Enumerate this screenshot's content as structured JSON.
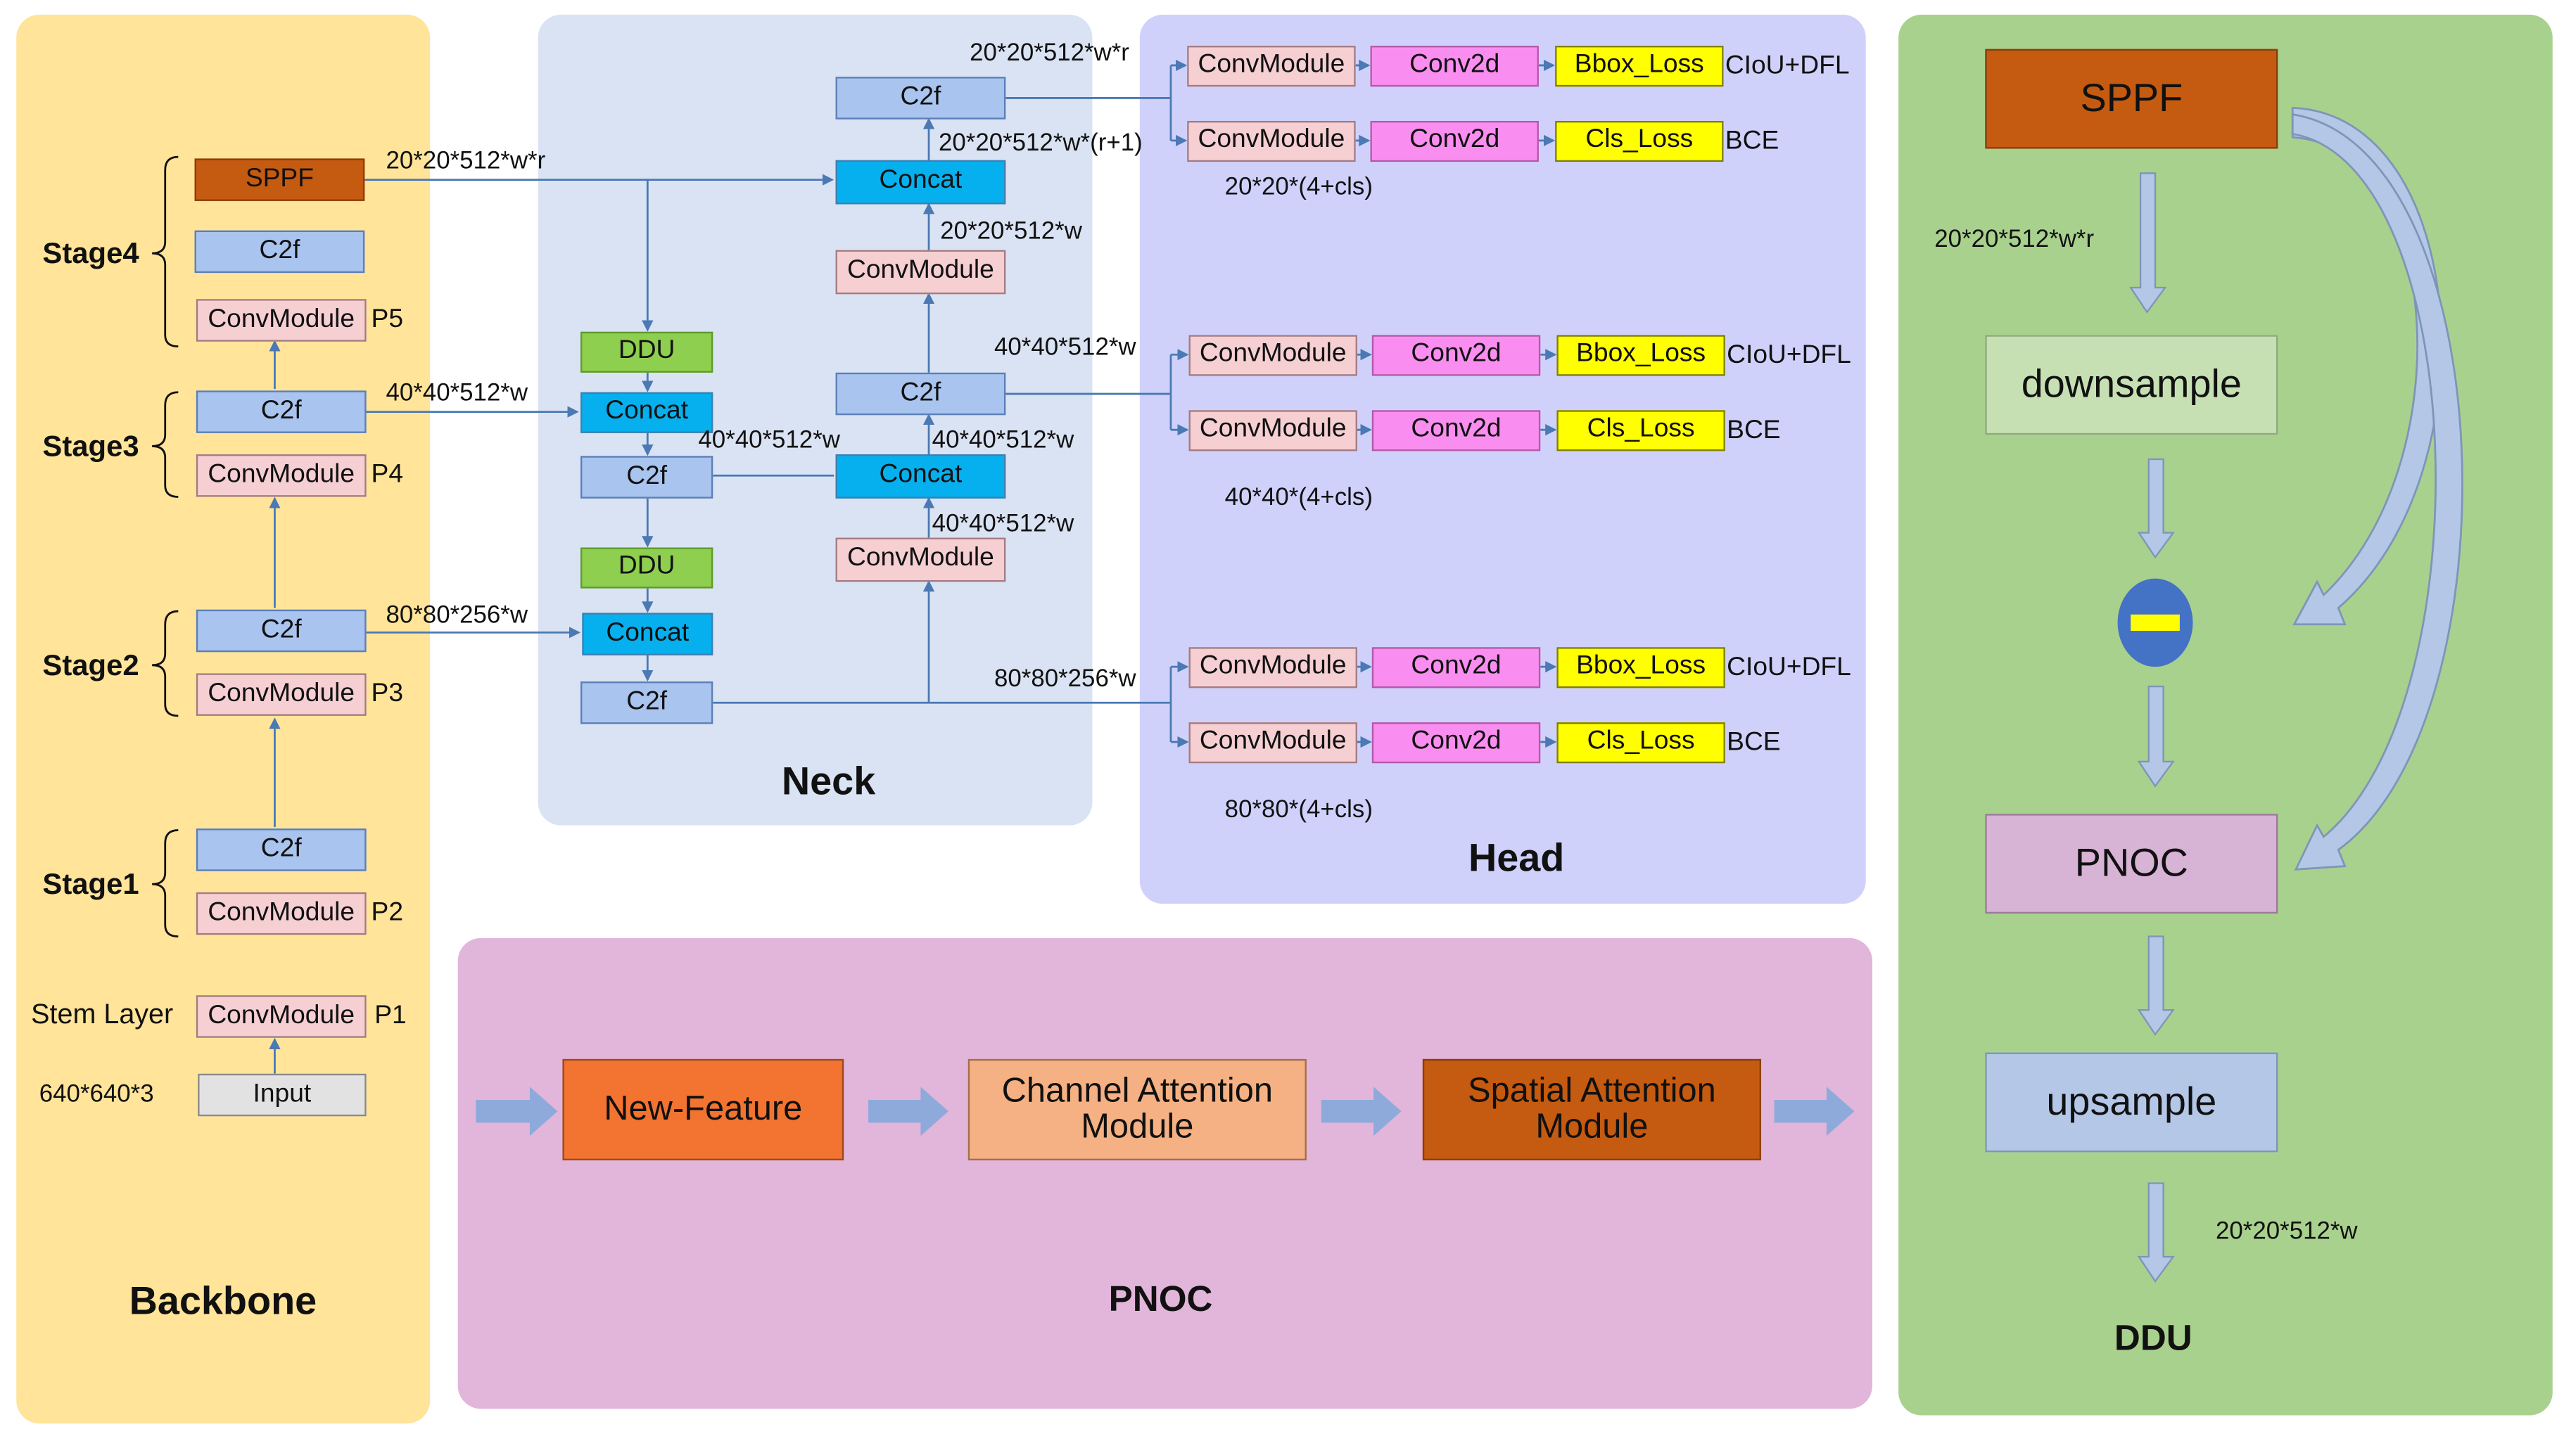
{
  "backbone": {
    "title": "Backbone",
    "stages": [
      "Stage4",
      "Stage3",
      "Stage2",
      "Stage1"
    ],
    "stem_label": "Stem Layer",
    "input_dims": "640*640*3",
    "input": "Input",
    "sppf": "SPPF",
    "c2f": "C2f",
    "convmodule": "ConvModule",
    "p_labels": [
      "P5",
      "P4",
      "P3",
      "P2",
      "P1"
    ],
    "out_dims": [
      "20*20*512*w*r",
      "40*40*512*w",
      "80*80*256*w"
    ]
  },
  "neck": {
    "title": "Neck",
    "ddu": "DDU",
    "concat": "Concat",
    "c2f": "C2f",
    "convmodule": "ConvModule",
    "dims": [
      "20*20*512*w*r",
      "20*20*512*w*(r+1)",
      "20*20*512*w",
      "40*40*512*w",
      "40*40*512*w",
      "40*40*512*w",
      "40*40*512*w",
      "80*80*256*w"
    ]
  },
  "head": {
    "title": "Head",
    "convmodule": "ConvModule",
    "conv2d": "Conv2d",
    "bbox_loss": "Bbox_Loss",
    "cls_loss": "Cls_Loss",
    "bbox_metric": "CIoU+DFL",
    "cls_metric": "BCE",
    "out_dims": [
      "20*20*(4+cls)",
      "40*40*(4+cls)",
      "80*80*(4+cls)"
    ]
  },
  "pnoc": {
    "title": "PNOC",
    "new_feature": "New-Feature",
    "channel_attention": [
      "Channel Attention",
      "Module"
    ],
    "spatial_attention": [
      "Spatial Attention",
      "Module"
    ]
  },
  "ddu": {
    "title": "DDU",
    "sppf": "SPPF",
    "downsample": "downsample",
    "pnoc": "PNOC",
    "upsample": "upsample",
    "dims_in": "20*20*512*w*r",
    "dims_out": "20*20*512*w"
  },
  "colors": {
    "backbone_bg": "#ffe499",
    "neck_bg": "#dae3f3",
    "head_bg": "#d0d1fb",
    "pnoc_bg": "#e2b5db",
    "ddu_bg": "#a9d18e",
    "c2f": "#a9c4ef",
    "convmodule": "#f6cfd3",
    "sppf": "#c55a11",
    "ddu_block": "#8fcf4f",
    "concat": "#06b0ee",
    "conv2d": "#f98ef0",
    "loss": "#ffff00",
    "wire": "#4a79b4",
    "subtract": "#4472c4"
  }
}
